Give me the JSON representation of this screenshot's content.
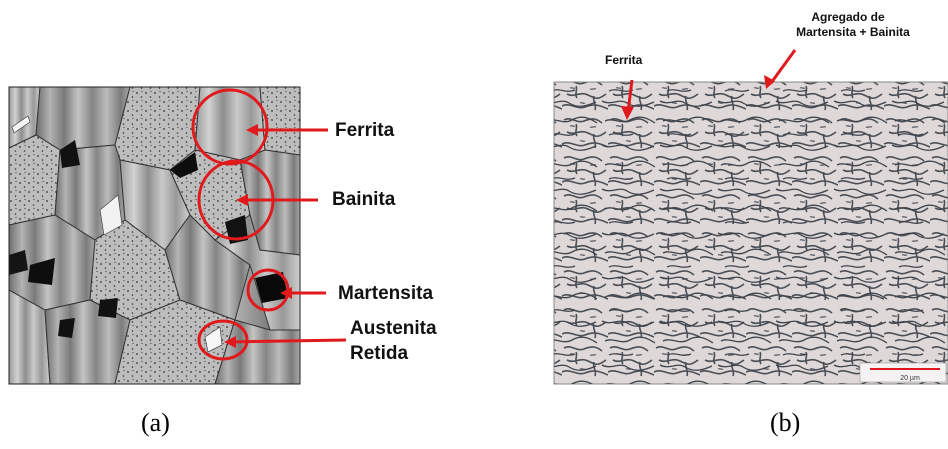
{
  "panel_a": {
    "caption": "(a)",
    "labels": {
      "ferrita": "Ferrita",
      "bainita": "Bainita",
      "martensita": "Martensita",
      "austenita_line1": "Austenita",
      "austenita_line2": "Retida"
    },
    "annotation_color": "#e0191c"
  },
  "panel_b": {
    "caption": "(b)",
    "labels": {
      "ferrita": "Ferrita",
      "agregado_line1": "Agregado de",
      "agregado_line2": "Martensita + Bainita"
    },
    "scale_bar": "20 µm",
    "annotation_color": "#e0191c"
  }
}
